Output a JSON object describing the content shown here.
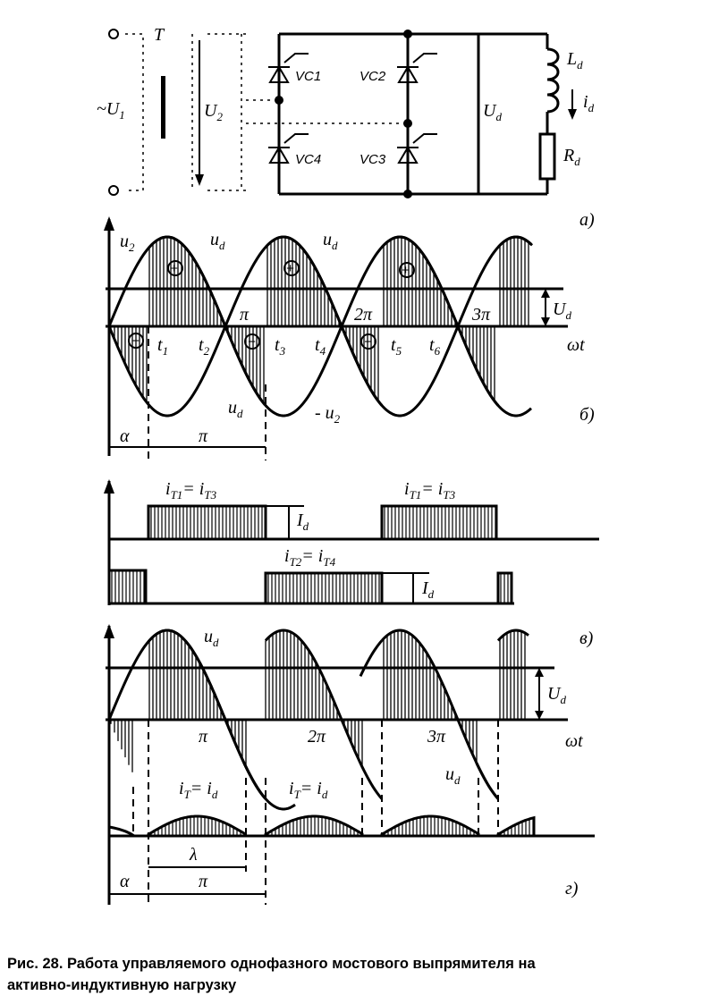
{
  "circuit": {
    "source": "~U",
    "source_sub": "1",
    "transformer": "T",
    "secondary": "U",
    "secondary_sub": "2",
    "thyristors": [
      "VC1",
      "VC2",
      "VC4",
      "VC3"
    ],
    "ud": "U",
    "ud_sub": "d",
    "inductor": "L",
    "inductor_sub": "d",
    "current": "i",
    "current_sub": "d",
    "resistor": "R",
    "resistor_sub": "d"
  },
  "panel_b": {
    "u2": "u",
    "u2_sub": "2",
    "ud": "u",
    "ud_sub": "d",
    "minus_u2": "- u",
    "pi": "π",
    "two_pi": "2π",
    "three_pi": "3π",
    "Ud": "U",
    "Ud_sub": "d",
    "wt": "ωt",
    "times": [
      "t",
      "t",
      "t",
      "t",
      "t",
      "t"
    ],
    "time_subs": [
      "1",
      "2",
      "3",
      "4",
      "5",
      "6"
    ],
    "plus": "+",
    "minus": "−",
    "alpha": "α"
  },
  "panel_c": {
    "iT13": "i",
    "iT13_sub": "T1",
    "iT13_eq": "= i",
    "iT13_sub2": "T3",
    "iT24": "i",
    "iT24_sub": "T2",
    "iT24_eq": "= i",
    "iT24_sub2": "T4",
    "Id": "I",
    "Id_sub": "d"
  },
  "panel_d": {
    "ud": "u",
    "ud_sub": "d",
    "Ud": "U",
    "Ud_sub": "d",
    "pi": "π",
    "two_pi": "2π",
    "three_pi": "3π",
    "wt": "ωt",
    "iT": "i",
    "iT_sub": "T",
    "iT_eq": "= i",
    "iT_sub2": "d",
    "lambda": "λ",
    "alpha": "α"
  },
  "panel_labels": [
    "a)",
    "б)",
    "в)",
    "г)"
  ],
  "caption": {
    "line1": "Рис. 28. Работа управляемого однофазного мостового выпрямителя на",
    "line2": "активно-индуктивную нагрузку"
  }
}
